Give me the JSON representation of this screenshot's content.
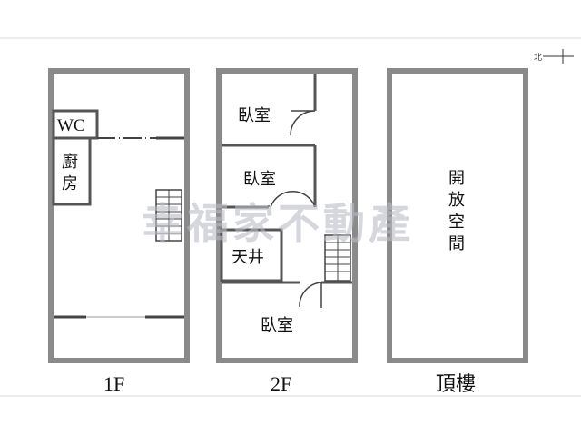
{
  "floors": {
    "first": {
      "label": "1F",
      "rooms": {
        "wc": "WC",
        "kitchen_line1": "廚",
        "kitchen_line2": "房"
      }
    },
    "second": {
      "label": "2F",
      "rooms": {
        "bedroom_top": "臥室",
        "bedroom_middle": "臥室",
        "skylight": "天井",
        "bedroom_bottom": "臥室"
      }
    },
    "roof": {
      "label": "頂樓",
      "rooms": {
        "open_space_chars": [
          "開",
          "放",
          "空",
          "間"
        ]
      }
    }
  },
  "compass": {
    "north_label": "北"
  },
  "watermark": {
    "text": "幸福家不動產"
  },
  "colors": {
    "wall": "#8a8a8a",
    "line": "#222222",
    "watermark": "#b9bcc4"
  }
}
